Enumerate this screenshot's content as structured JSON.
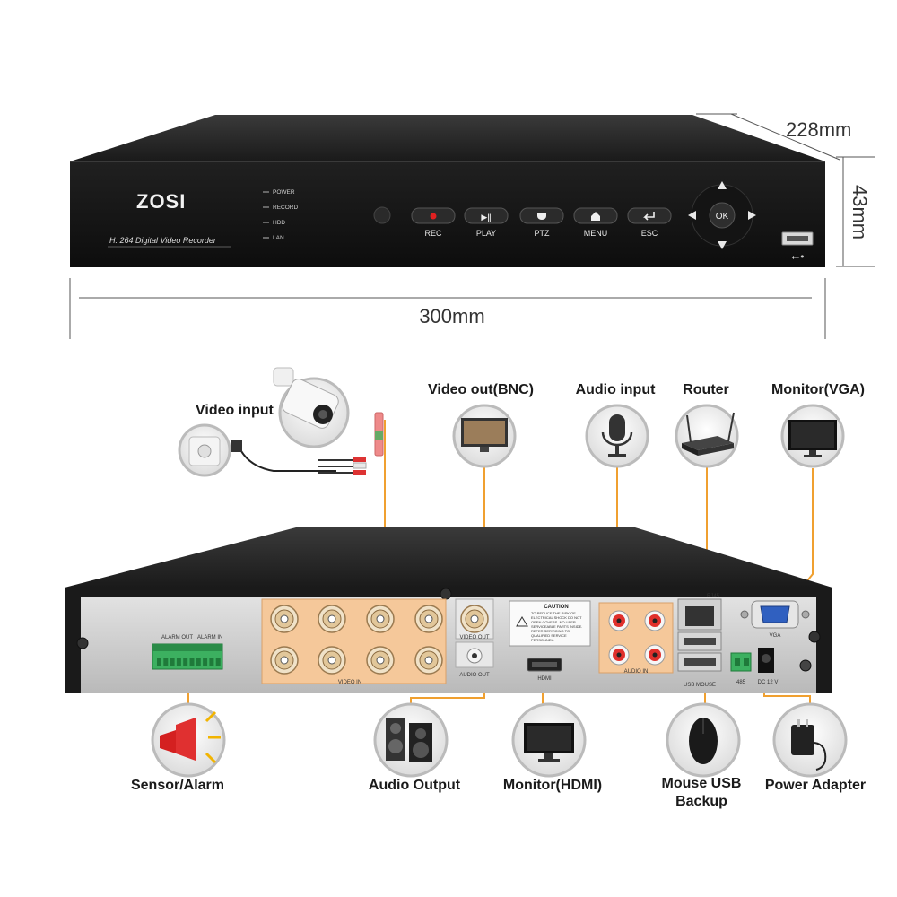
{
  "dimensions": {
    "depth": "228mm",
    "height": "43mm",
    "width": "300mm"
  },
  "front_panel": {
    "brand": "ZOSI",
    "model_text": "H. 264 Digital Video Recorder",
    "leds": [
      "POWER",
      "RECORD",
      "HDD",
      "LAN"
    ],
    "buttons": [
      {
        "label": "REC",
        "icon": "record-dot-icon"
      },
      {
        "label": "PLAY",
        "icon": "play-pause-icon"
      },
      {
        "label": "PTZ",
        "icon": "ptz-icon"
      },
      {
        "label": "MENU",
        "icon": "home-icon"
      },
      {
        "label": "ESC",
        "icon": "return-arrow-icon"
      }
    ],
    "dpad_center": "OK"
  },
  "back_panel": {
    "alarm_in": "ALARM IN",
    "alarm_out": "ALARM OUT",
    "video_in": "VIDEO IN",
    "video_out": "VIDEO OUT",
    "audio_out": "AUDIO OUT",
    "caution_title": "CAUTION",
    "caution_text": "TO REDUCE THE RISK OF ELECTRICAL SHOCK DO NOT OPEN COVERS. NO USER SERVICEABLE PARTS INSIDE. REFER SERVICING TO QUALIFIED SERVICE PERSONNEL.",
    "hdmi": "HDMI",
    "audio_in": "AUDIO IN",
    "rj45": "RJ45",
    "vga": "VGA",
    "usb": "USB MOUSE",
    "rs485": "485",
    "dc": "DC 12 V"
  },
  "connections": {
    "video_input": "Video input",
    "video_out_bnc": "Video out(BNC)",
    "audio_input": "Audio input",
    "router": "Router",
    "monitor_vga": "Monitor(VGA)",
    "sensor_alarm": "Sensor/Alarm",
    "audio_output": "Audio Output",
    "monitor_hdmi": "Monitor(HDMI)",
    "mouse_usb_backup_1": "Mouse USB",
    "mouse_usb_backup_2": "Backup",
    "power_adapter": "Power Adapter"
  },
  "colors": {
    "wire": "#f0a030",
    "panel": "#1c1c1c",
    "connector_plate": "#f5c89a",
    "back_plate": "#c9c9c9"
  }
}
